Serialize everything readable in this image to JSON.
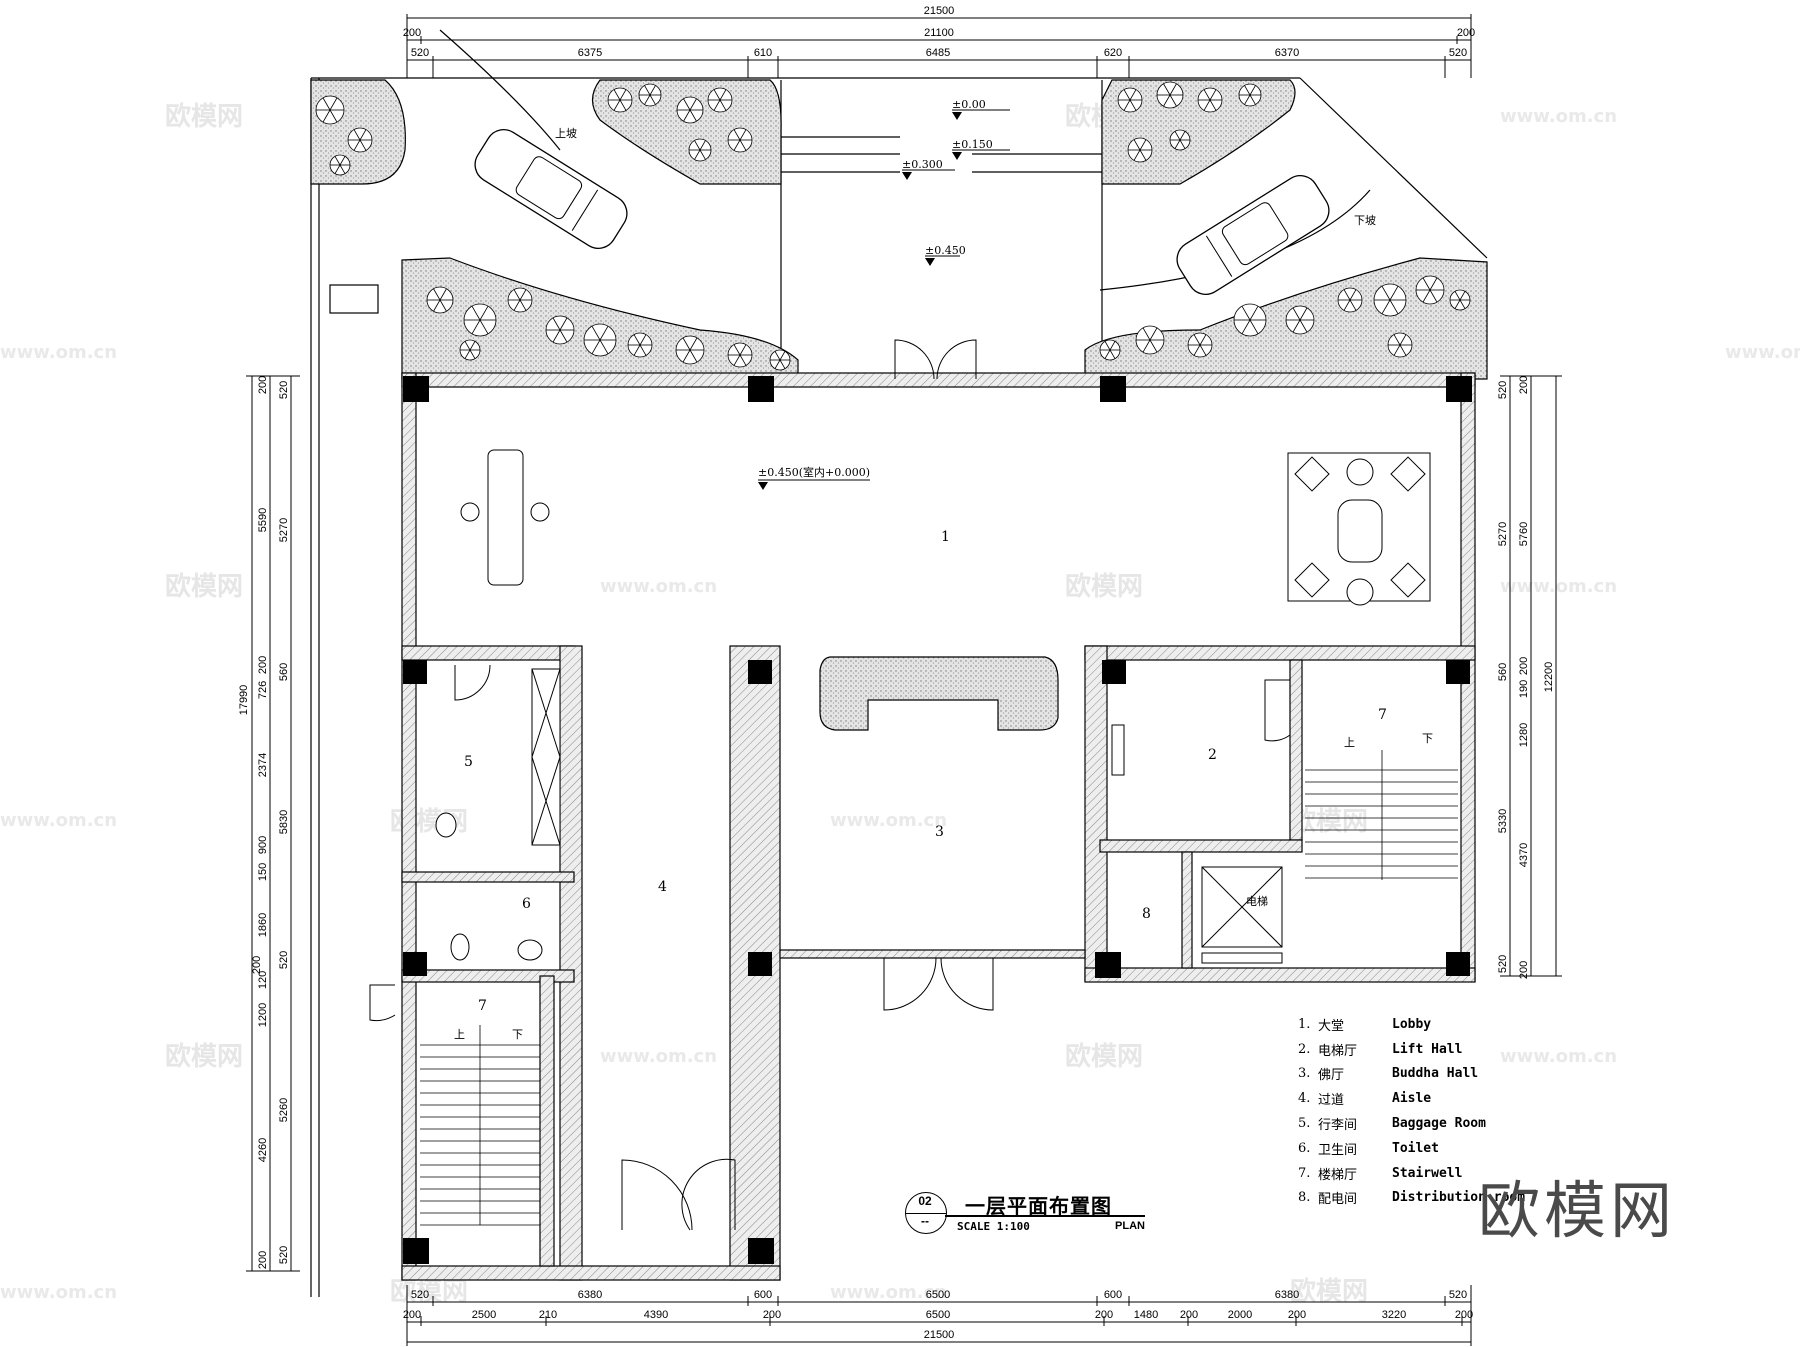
{
  "drawing": {
    "title_cn": "一层平面布置图",
    "drawing_number": "02",
    "drawing_sub": "--",
    "scale": "SCALE 1:100",
    "type": "PLAN"
  },
  "dimensions": {
    "top": {
      "overall": "21500",
      "row2": [
        "200",
        "21100",
        "200"
      ],
      "row3": [
        "520",
        "6375",
        "610",
        "6485",
        "620",
        "6370",
        "520"
      ]
    },
    "bottom": {
      "row1": [
        "520",
        "6380",
        "600",
        "6500",
        "600",
        "6380",
        "520"
      ],
      "row2": [
        "200",
        "2500",
        "210",
        "4390",
        "200",
        "6500",
        "200",
        "1480",
        "200",
        "2000",
        "200",
        "3220",
        "200"
      ],
      "overall": "21500"
    },
    "left": {
      "overall": "17990",
      "col2": [
        "200",
        "5590",
        "200",
        "726",
        "2374",
        "900",
        "150",
        "1860",
        "200",
        "120",
        "1200",
        "4260",
        "200"
      ],
      "col3": [
        "520",
        "5270",
        "560",
        "5830",
        "520",
        "5260",
        "520"
      ]
    },
    "right": {
      "col1": [
        "520",
        "5270",
        "560",
        "5330",
        "520"
      ],
      "col2": [
        "200",
        "5760",
        "200",
        "190",
        "1280",
        "4370",
        "200"
      ],
      "overall": "12200"
    }
  },
  "elevations": {
    "e000": "±0.00",
    "e150": "±0.150",
    "e300": "±0.300",
    "e450": "±0.450",
    "indoor": "±0.450(室内+0.000)"
  },
  "ramps": {
    "up": "上坡",
    "down": "下坡"
  },
  "rooms": {
    "r1": "1",
    "r2": "2",
    "r3": "3",
    "r4": "4",
    "r5": "5",
    "r6": "6",
    "r7a": "7",
    "r7b": "7",
    "r8": "8",
    "stair_up": "上",
    "stair_down": "下",
    "elevator": "电梯"
  },
  "legend": [
    {
      "no": "1.",
      "cn": "大堂",
      "en": "Lobby"
    },
    {
      "no": "2.",
      "cn": "电梯厅",
      "en": "Lift Hall"
    },
    {
      "no": "3.",
      "cn": "佛厅",
      "en": "Buddha Hall"
    },
    {
      "no": "4.",
      "cn": "过道",
      "en": "Aisle"
    },
    {
      "no": "5.",
      "cn": "行李间",
      "en": "Baggage Room"
    },
    {
      "no": "6.",
      "cn": "卫生间",
      "en": "Toilet"
    },
    {
      "no": "7.",
      "cn": "楼梯厅",
      "en": "Stairwell"
    },
    {
      "no": "8.",
      "cn": "配电间",
      "en": "Distribution room"
    }
  ],
  "watermark": {
    "logo": "欧模网",
    "url": "www.om.cn"
  },
  "colors": {
    "line": "#000000",
    "wall_fill": "#d9d9d9",
    "watermark": "#e6e6e6",
    "logo": "#4a4a4a"
  }
}
